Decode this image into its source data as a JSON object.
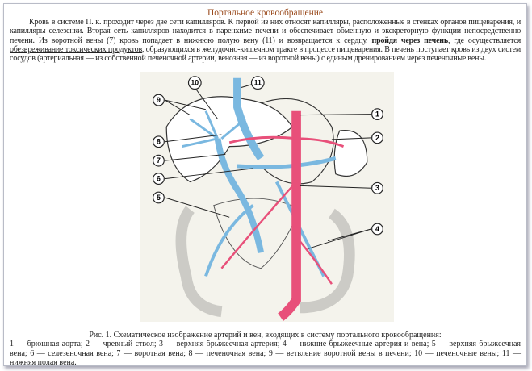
{
  "title": "Портальное кровообращение",
  "paragraph": {
    "part1": "Кровь в системе П. к. проходит через две сети капилляров. К первой из них относят капилляры, расположенные в стенках органов пищеварения, и капилляры селезенки. Вторая сеть капилляров находится в паренхиме печени и обеспечивает обменную и экскреторную функции непосредственно печени. Из воротной вены (7) кровь попадает в нижнюю полую вену (11) и возвращается к сердцу, ",
    "bold": "пройдя через печень",
    "part2": ", где осуществляется ",
    "underlined": "обезвреживание токсических продуктов",
    "part3": ", образующихся в желудочно-кишечном тракте в процессе пищеварения. В печень поступает кровь из двух систем сосудов (артериальная — из собственной печеночной артерии, венозная — из воротной вены) с единым дренированием через печеночные вены."
  },
  "figure": {
    "labels": [
      "1",
      "2",
      "3",
      "4",
      "5",
      "6",
      "7",
      "8",
      "9",
      "10",
      "11"
    ],
    "colors": {
      "artery": "#e8507a",
      "vein": "#7ab8e0",
      "background": "#f4f3ec"
    }
  },
  "caption": {
    "title": "Рис. 1. Схематическое изображение артерий и вен, входящих в систему портального кровообращения:",
    "legend": "1 — брюшная аорта; 2 — чревный ствол; 3 — верхняя брыжеечная артерия; 4 — нижние брыжеечные артерия и вена; 5 — верхняя брыжеечная вена; 6 — селезеночная вена; 7 — воротная вена; 8 — печеночная вена; 9 — ветвление воротной вены в печени; 10 — печеночные вены; 11 — нижняя полая вена."
  }
}
